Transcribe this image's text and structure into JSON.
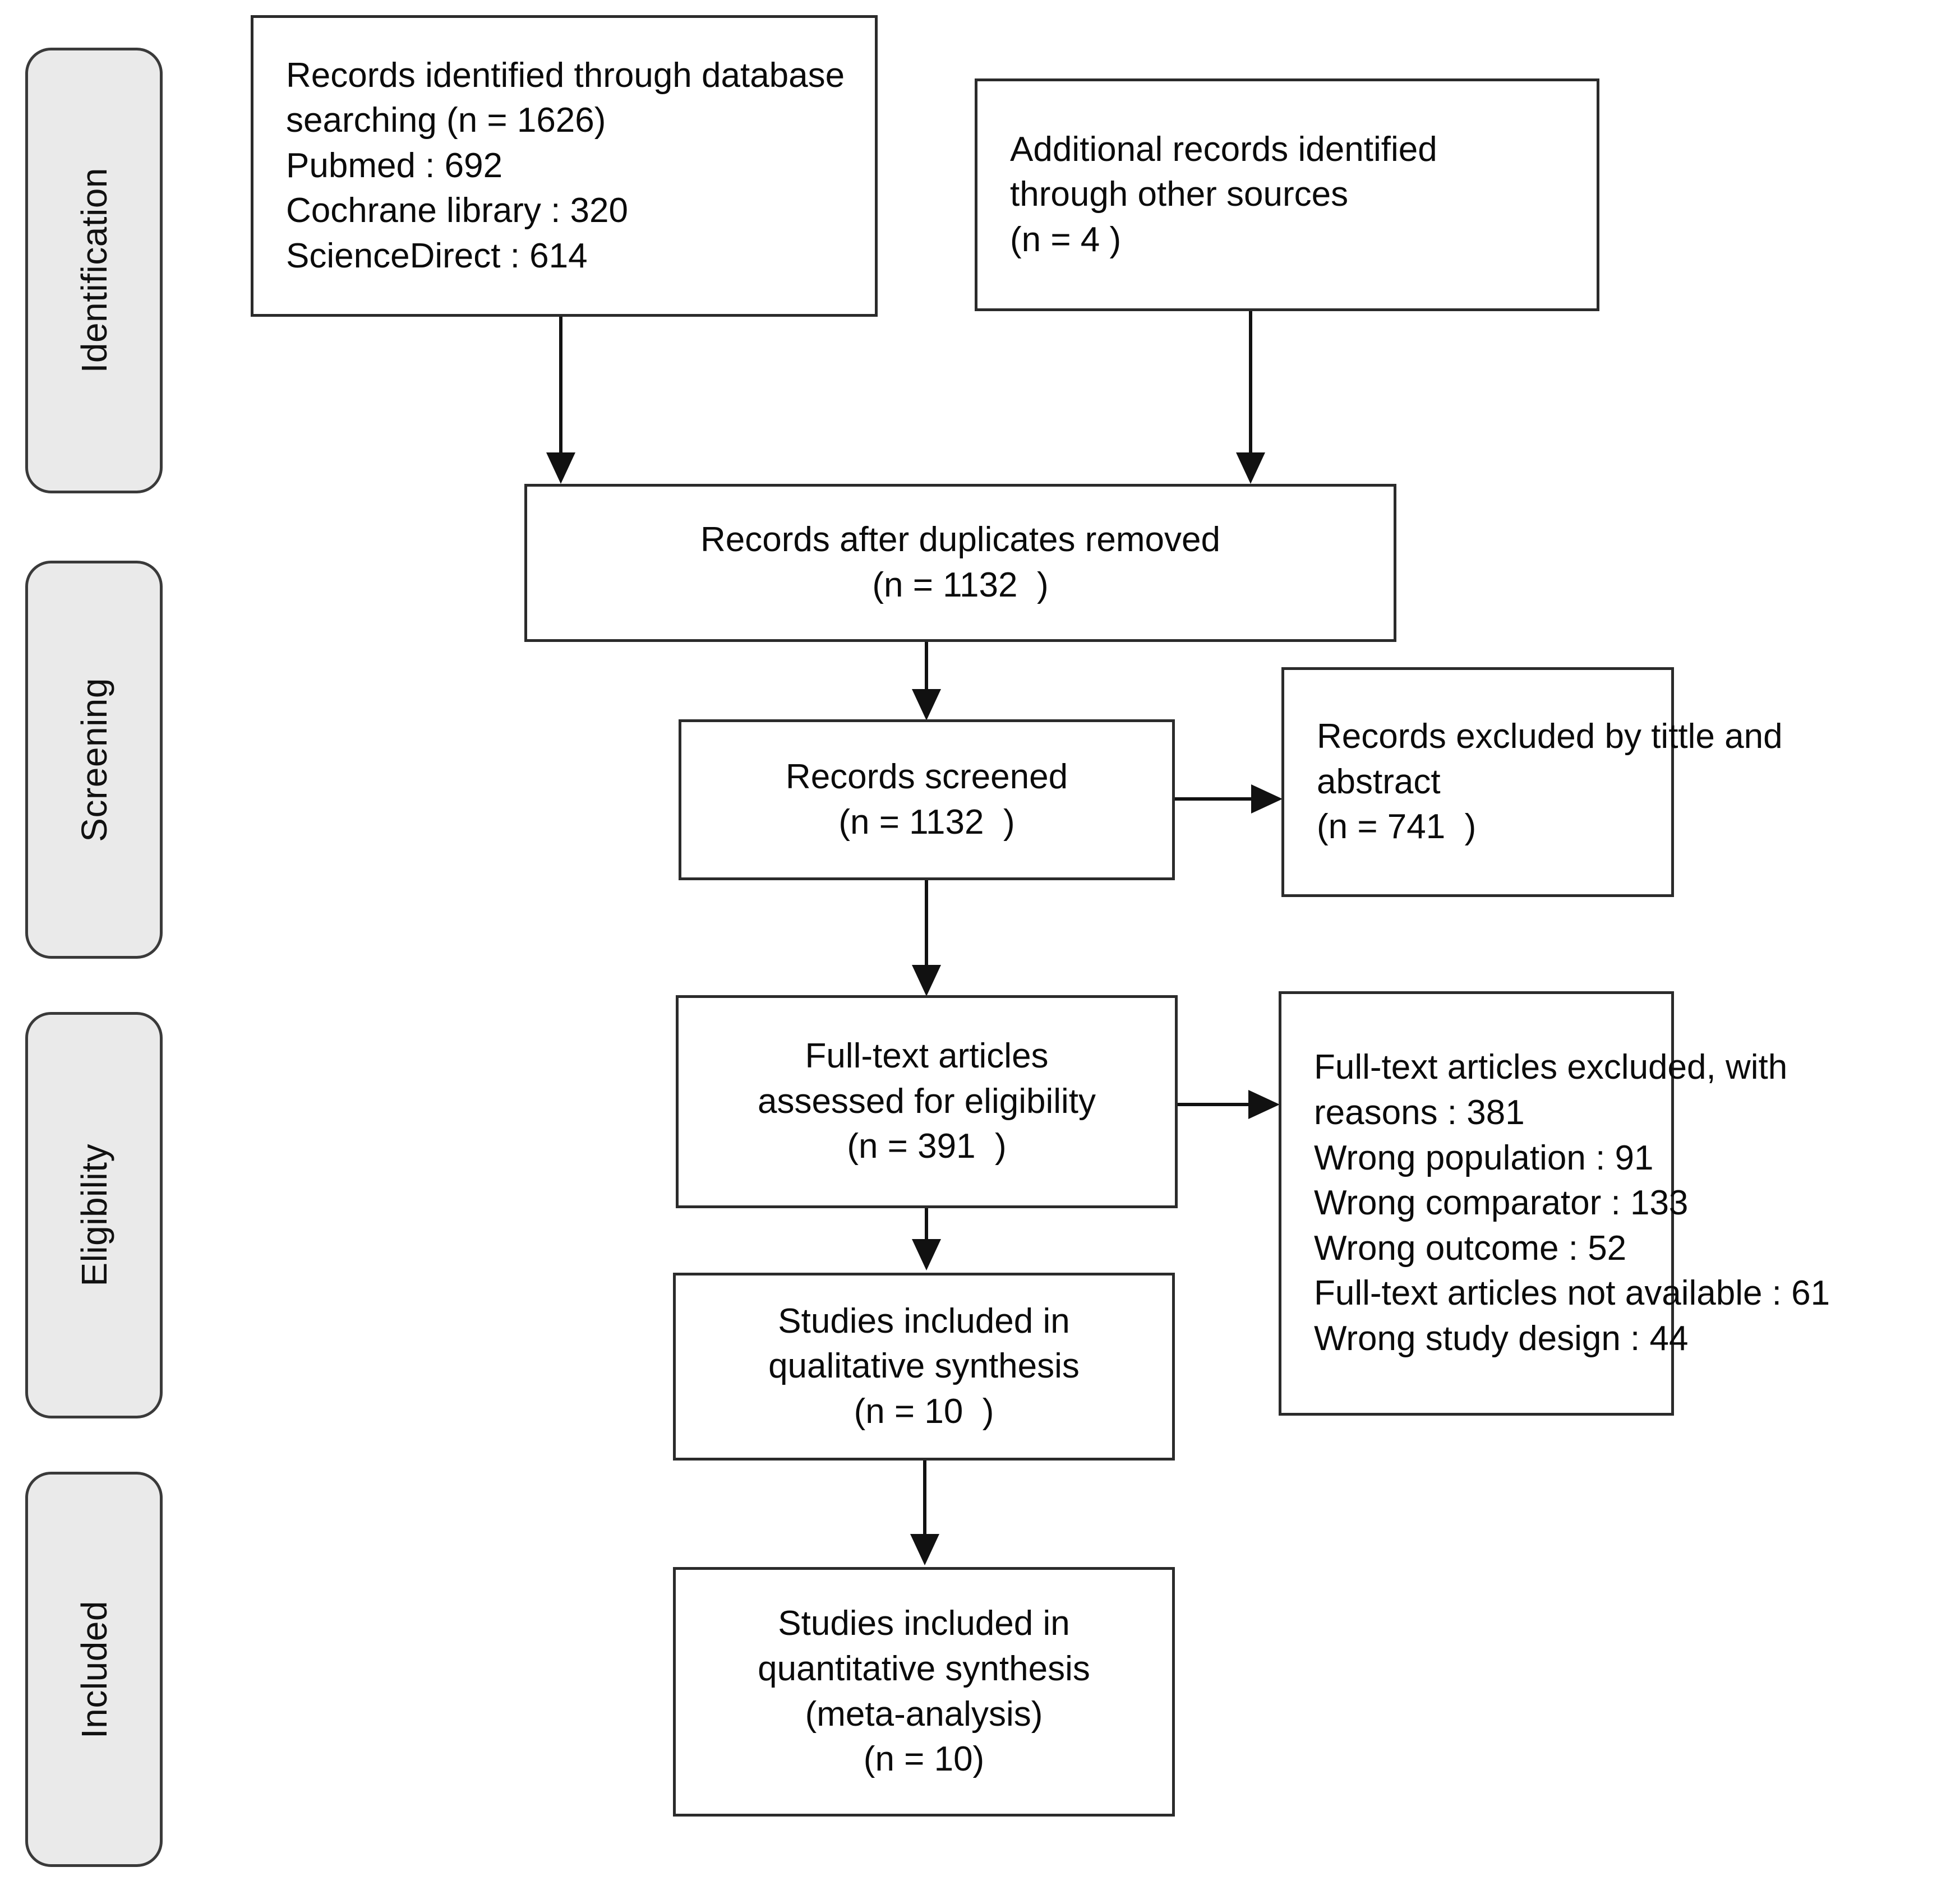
{
  "diagram": {
    "type": "prisma-flow-diagram",
    "stages": [
      {
        "id": "identification",
        "label": "Identification"
      },
      {
        "id": "screening",
        "label": "Screening"
      },
      {
        "id": "eligibility",
        "label": "Eligibility"
      },
      {
        "id": "included",
        "label": "Included"
      }
    ],
    "boxes": {
      "database_records": {
        "lines": [
          "Records identified through database",
          "searching (n = 1626)",
          "Pubmed : 692",
          "Cochrane library : 320",
          "ScienceDirect : 614"
        ]
      },
      "other_records": {
        "lines": [
          "Additional records identified",
          "through other sources",
          "(n = 4 )"
        ]
      },
      "duplicates_removed": {
        "lines": [
          "Records after duplicates removed",
          "(n = 1132  )"
        ]
      },
      "records_screened": {
        "lines": [
          "Records screened",
          "(n = 1132  )"
        ]
      },
      "records_excluded": {
        "lines": [
          "Records excluded by tittle and",
          "abstract",
          "(n = 741  )"
        ]
      },
      "fulltext_assessed": {
        "lines": [
          "Full-text articles",
          "assessed for eligibility",
          "(n = 391  )"
        ]
      },
      "fulltext_excluded": {
        "lines": [
          "Full-text articles excluded, with",
          "reasons : 381",
          "Wrong population : 91",
          "Wrong comparator : 133",
          "Wrong outcome : 52",
          "Full-text articles not available : 61",
          "Wrong study design : 44"
        ]
      },
      "qualitative_synthesis": {
        "lines": [
          "Studies included in",
          "qualitative synthesis",
          "(n = 10  )"
        ]
      },
      "quantitative_synthesis": {
        "lines": [
          "Studies included in",
          "quantitative synthesis",
          "(meta-analysis)",
          "(n = 10)"
        ]
      }
    },
    "colors": {
      "stage_fill": "#eaeaea",
      "stage_border": "#3a3a3a",
      "box_fill": "#ffffff",
      "box_border": "#2b2b2b",
      "connector": "#111111",
      "text": "#0b0b0b"
    }
  }
}
